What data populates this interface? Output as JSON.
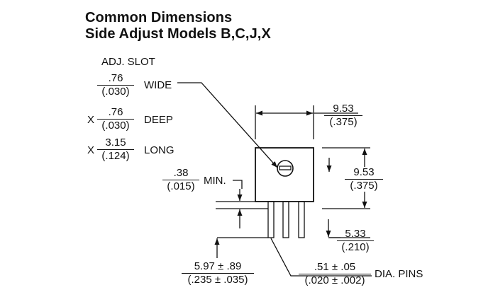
{
  "title": {
    "line1": "Common Dimensions",
    "line2": "Side Adjust Models B,C,J,X"
  },
  "slot": {
    "heading": "ADJ. SLOT",
    "wide": {
      "prefix": "",
      "num": ".76",
      "den": "(.030)",
      "label": "WIDE"
    },
    "deep": {
      "prefix": "X",
      "num": ".76",
      "den": "(.030)",
      "label": "DEEP"
    },
    "long": {
      "prefix": "X",
      "num": "3.15",
      "den": "(.124)",
      "label": "LONG"
    }
  },
  "dims": {
    "top_width": {
      "num": "9.53",
      "den": "(.375)"
    },
    "height": {
      "num": "9.53",
      "den": "(.375)"
    },
    "standoff": {
      "num": ".38",
      "den": "(.015)",
      "label": "MIN."
    },
    "pin_length": {
      "num": "5.33",
      "den": "(.210)"
    },
    "pin_spacing": {
      "num": "5.97 ± .89",
      "den": "(.235 ± .035)"
    },
    "pin_dia": {
      "num": ".51 ± .05",
      "den": "(.020 ± .002)",
      "label": "DIA. PINS"
    }
  }
}
